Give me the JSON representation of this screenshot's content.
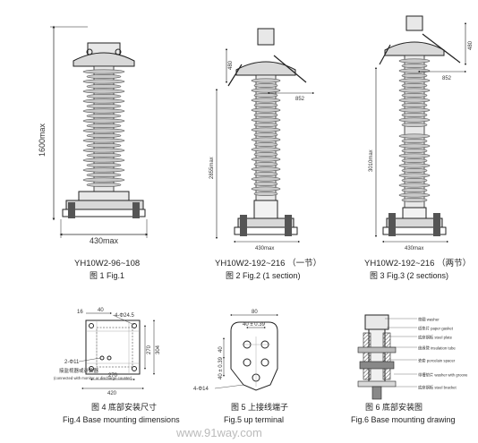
{
  "colors": {
    "line": "#222222",
    "shed": "#5a5a5a",
    "shed_fill": "#c9c9c9",
    "body": "#e8e8e8",
    "hatch": "#444444",
    "watermark": "#bbbbbb"
  },
  "fig1": {
    "model": "YH10W2-96~108",
    "caption": "图 1  Fig.1",
    "dim_height": "1600max",
    "dim_width": "430max"
  },
  "fig2": {
    "model": "YH10W2-192~216 （一节）",
    "caption": "图 2  Fig.2  (1 section)",
    "dim_top": "480",
    "dim_height": "2855max",
    "dim_arm": "852",
    "dim_width": "430max"
  },
  "fig3": {
    "model": "YH10W2-192~216 （两节）",
    "caption": "图 3  Fig.3  (2 sections)",
    "dim_top": "480",
    "dim_height": "3010max",
    "dim_arm": "852",
    "dim_width": "430max"
  },
  "fig4": {
    "caption_cn": "图 4   底部安装尺寸",
    "caption_en": "Fig.4  Base mounting dimensions",
    "dim_16": "16",
    "dim_40": "40",
    "hole_label": "4-Φ24.5",
    "dim_270_v": "270",
    "dim_304": "304",
    "dim_270_h": "270",
    "dim_420": "420",
    "terminal_label": "2-Φ11",
    "note_cn": "接监视器或计数器",
    "note_en": "(connected with monitor or discharge counter)"
  },
  "fig5": {
    "caption_cn": "图 5   上接线端子",
    "caption_en": "Fig.5  up terminal",
    "dim_80": "80",
    "dim_40_h": "40 ± 0.39",
    "dim_40_v": "40",
    "dim_40_v2": "40 ± 0.39",
    "hole_label": "4-Φ14"
  },
  "fig6": {
    "caption_cn": "图 6   底部安装图",
    "caption_en": "Fig.6  Base mounting drawing",
    "labels": [
      "垫圈  washer",
      "纸垫片  paper gasket",
      "底座钢板  steel plate",
      "绝缘管  insulation tube",
      "瓷套  porcelain spacer",
      "带槽垫片  washer with groove",
      "底座钢板  steel bracket"
    ]
  },
  "watermark": "www.91way.com"
}
